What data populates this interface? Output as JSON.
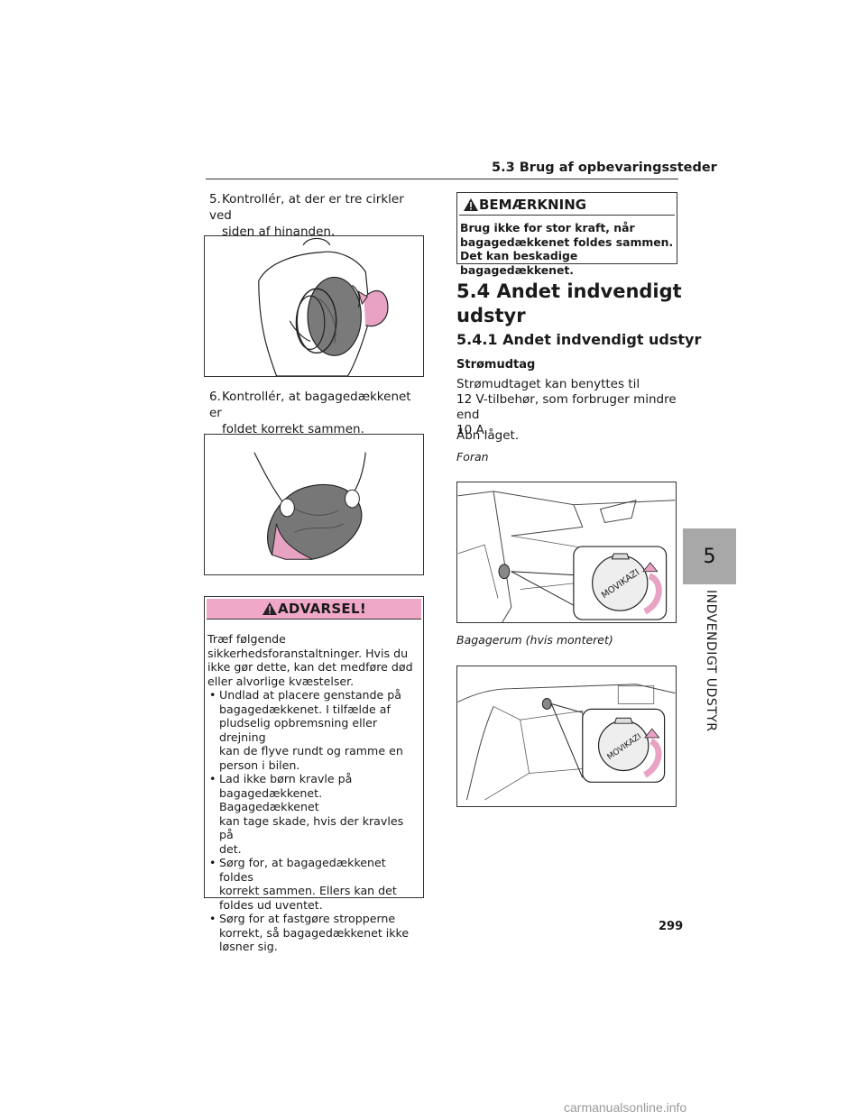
{
  "header": {
    "section": "5.3  Brug af opbevaringssteder"
  },
  "left": {
    "step5": {
      "num": "5.",
      "line1": "Kontrollér, at der er tre cirkler ved",
      "line2": "siden af hinanden."
    },
    "step6": {
      "num": "6.",
      "line1": "Kontrollér, at bagagedækkenet er",
      "line2": "foldet korrekt sammen."
    },
    "warning": {
      "title": "ADVARSEL!",
      "intro": [
        "Træf følgende",
        "sikkerhedsforanstaltninger. Hvis du",
        "ikke gør dette, kan det medføre død",
        "eller alvorlige kvæstelser."
      ],
      "bullets": [
        [
          "Undlad at placere genstande på",
          "bagagedækkenet. I tilfælde af",
          "pludselig opbremsning eller drejning",
          "kan de flyve rundt og ramme en",
          "person i bilen."
        ],
        [
          "Lad ikke børn kravle på",
          "bagagedækkenet. Bagagedækkenet",
          "kan tage skade, hvis der kravles på",
          "det."
        ],
        [
          "Sørg for, at bagagedækkenet foldes",
          "korrekt sammen. Ellers kan det",
          "foldes ud uventet."
        ],
        [
          "Sørg for at fastgøre stropperne",
          "korrekt, så bagagedækkenet ikke",
          "løsner sig."
        ]
      ]
    }
  },
  "right": {
    "note": {
      "title": "BEMÆRKNING",
      "lines": [
        "Brug ikke for stor kraft, når",
        "bagagedækkenet foldes sammen.",
        "Det kan beskadige bagagedækkenet."
      ]
    },
    "h1_line1": "5.4  Andet indvendigt",
    "h1_line2": "udstyr",
    "h2": "5.4.1  Andet indvendigt udstyr",
    "h3": "Strømudtag",
    "p1": [
      "Strømudtaget kan benyttes til",
      "12 V-tilbehør, som forbruger mindre end",
      "10 A."
    ],
    "p2": "Åbn låget.",
    "cap_front": "Foran",
    "cap_trunk": "Bagagerum (hvis monteret)",
    "cap_label": "MOVIKAZI"
  },
  "side_tab": {
    "number": "5",
    "label": "INDVENDIGT UDSTYR"
  },
  "page_number": "299",
  "watermark": "carmanualsonline.info"
}
